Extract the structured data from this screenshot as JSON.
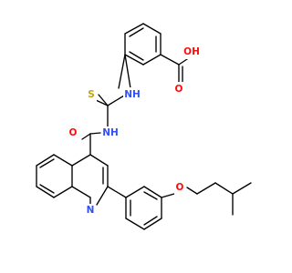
{
  "molecule": {
    "colors": {
      "carbon_bond": "#000000",
      "oxygen": "#ff0d0d",
      "nitrogen": "#3050f8",
      "sulfur": "#c6a700",
      "background": "#ffffff"
    },
    "labels": {
      "oh": "OH",
      "carboxyl_o": "O",
      "amine_nh_top": "NH",
      "thione_s": "S",
      "amide_nh": "NH",
      "amide_o": "O",
      "quinoline_n": "N",
      "ether_o": "O"
    }
  }
}
